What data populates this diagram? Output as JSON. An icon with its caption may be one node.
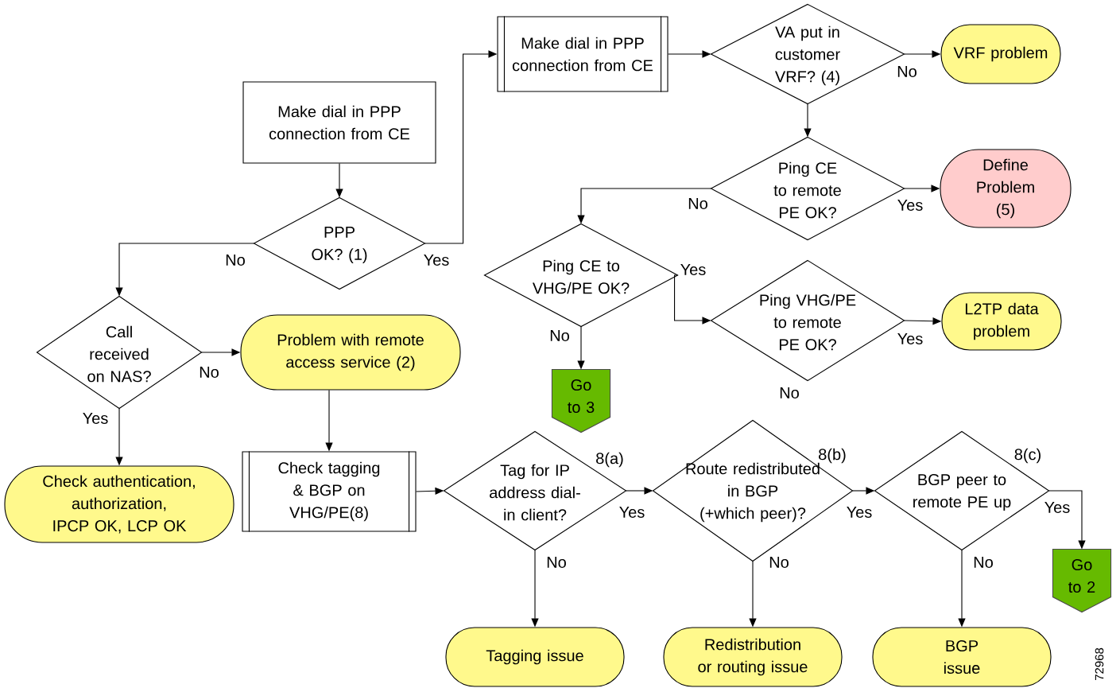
{
  "diagram": {
    "nodes": [
      {
        "text": [
          "Make dial in PPP connection from CE"
        ]
      },
      {
        "text": [
          "PPP OK? (1)"
        ]
      },
      {
        "text": [
          "Make dial in PPP connection from CE"
        ]
      },
      {
        "text": [
          "VA put in customer VRF? (4)"
        ]
      },
      {
        "text": [
          "VRF problem"
        ]
      },
      {
        "text": [
          "Ping CE to remote PE OK?"
        ]
      },
      {
        "text": [
          "Define Problem (5)"
        ]
      },
      {
        "text": [
          "Ping CE to VHG/PE OK?"
        ]
      },
      {
        "text": [
          "Ping VHG/PE to remote PE OK?"
        ]
      },
      {
        "text": [
          "L2TP data problem"
        ]
      },
      {
        "text": [
          "Go to 3"
        ]
      },
      {
        "text": [
          "Call received on NAS?"
        ]
      },
      {
        "text": [
          "Problem with remote access service (2)"
        ]
      },
      {
        "text": [
          "Check authentication, authorization, IPCP OK, LCP OK"
        ]
      },
      {
        "text": [
          "Check tagging & BGP on VHG/PE(8)"
        ]
      },
      {
        "text": [
          "Tag for IP address dial-in client?"
        ],
        "beside": [
          "8(a)"
        ]
      },
      {
        "text": [
          "Route redistributed in BGP (+which peer)?"
        ],
        "beside": [
          "8(b)"
        ]
      },
      {
        "text": [
          "BGP peer to remote PE up"
        ],
        "beside": [
          "8(c)"
        ]
      },
      {
        "text": [
          "Go to 2"
        ]
      },
      {
        "text": [
          "Tagging issue"
        ]
      },
      {
        "text": [
          "Redistribution or routing issue"
        ]
      },
      {
        "text": [
          "BGP issue"
        ]
      }
    ],
    "edges": [
      {
        "from": 0,
        "to": 1,
        "arrow": "to"
      },
      {
        "from": 1,
        "to": 11,
        "arrow": "to",
        "label": "No"
      },
      {
        "from": 1,
        "to": 2,
        "arrow": "to",
        "label": "Yes"
      },
      {
        "from": 2,
        "to": 3,
        "arrow": "to"
      },
      {
        "from": 3,
        "to": 4,
        "arrow": "to",
        "label": "No"
      },
      {
        "from": 3,
        "to": 5,
        "arrow": "to"
      },
      {
        "from": 5,
        "to": 6,
        "arrow": "to",
        "label": "Yes"
      },
      {
        "from": 5,
        "to": 7,
        "arrow": "to",
        "label": "No"
      },
      {
        "from": 7,
        "to": 8,
        "arrow": "to",
        "label": "Yes"
      },
      {
        "from": 7,
        "to": 10,
        "arrow": "to",
        "label": "No"
      },
      {
        "from": 8,
        "to": 9,
        "arrow": "to",
        "label": "Yes"
      },
      {
        "from": 11,
        "to": 12,
        "arrow": "to",
        "label": "No"
      },
      {
        "from": 11,
        "to": 13,
        "arrow": "to",
        "label": "Yes"
      },
      {
        "from": 12,
        "to": 14,
        "arrow": "to"
      },
      {
        "from": 14,
        "to": 15,
        "arrow": "to"
      },
      {
        "from": 15,
        "to": 16,
        "arrow": "to",
        "label": "Yes"
      },
      {
        "from": 15,
        "to": 19,
        "arrow": "to",
        "label": "No"
      },
      {
        "from": 16,
        "to": 17,
        "arrow": "to",
        "label": "Yes"
      },
      {
        "from": 16,
        "to": 20,
        "arrow": "to",
        "label": "No"
      },
      {
        "from": 17,
        "to": 18,
        "arrow": "to",
        "label": "Yes"
      },
      {
        "from": 17,
        "to": 21,
        "arrow": "to",
        "label": "No"
      }
    ],
    "labels": [
      "No",
      "72968"
    ]
  }
}
